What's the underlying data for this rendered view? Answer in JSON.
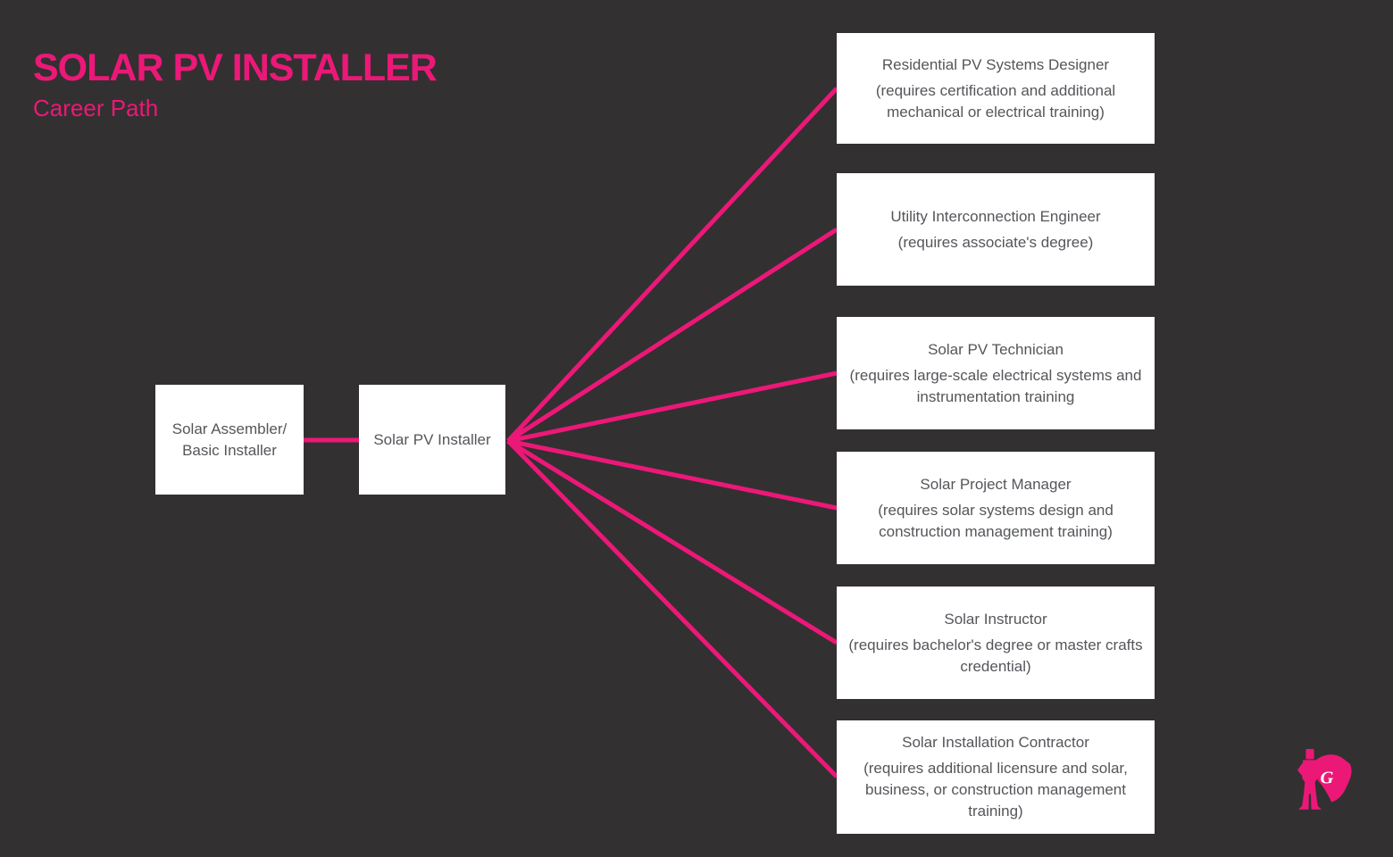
{
  "header": {
    "title": "SOLAR PV INSTALLER",
    "subtitle": "Career Path"
  },
  "colors": {
    "background": "#333031",
    "accent_pink": "#ec1878",
    "box_background": "#ffffff",
    "box_text": "#54565a"
  },
  "start_node": {
    "label": "Solar Assembler/ Basic Installer"
  },
  "hub_node": {
    "label": "Solar PV Installer"
  },
  "career_options": [
    {
      "title": "Residential PV Systems Designer",
      "requirement": "(requires certification and additional mechanical or electrical training)"
    },
    {
      "title": "Utility Interconnection Engineer",
      "requirement": "(requires associate's degree)"
    },
    {
      "title": "Solar PV Technician",
      "requirement": "(requires large-scale electrical systems and instrumentation training"
    },
    {
      "title": "Solar Project Manager",
      "requirement": "(requires solar systems design and construction management training)"
    },
    {
      "title": "Solar Instructor",
      "requirement": "(requires bachelor's degree or master crafts credential)"
    },
    {
      "title": "Solar Installation Contractor",
      "requirement": "(requires additional licensure and solar, business, or construction management training)"
    }
  ],
  "logo": {
    "letter": "G"
  }
}
